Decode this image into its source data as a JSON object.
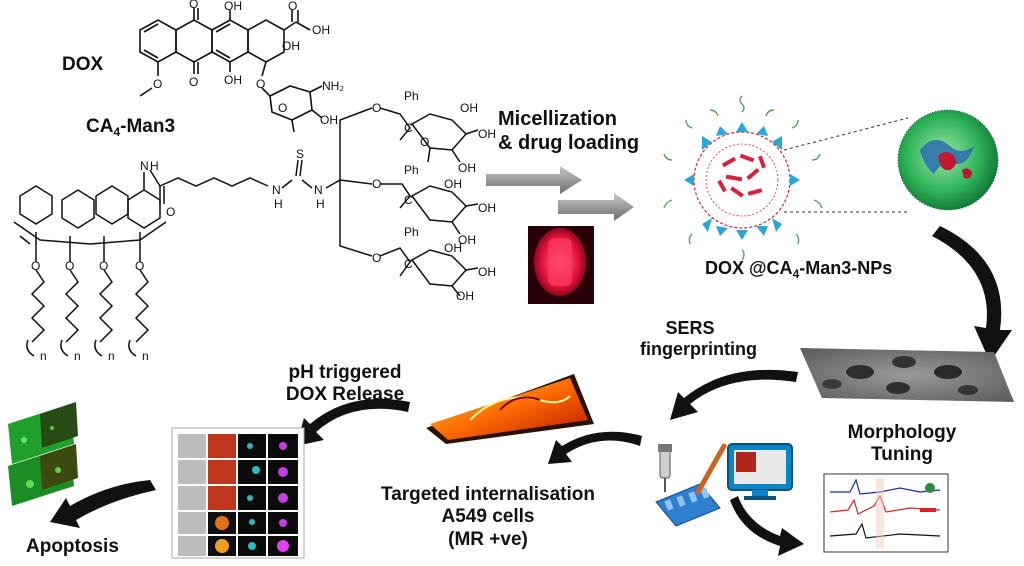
{
  "labels": {
    "dox": "DOX",
    "ca4_prefix": "CA",
    "ca4_sub": "4",
    "ca4_suffix": "-Man3",
    "micellization_line1": "Micellization",
    "micellization_line2": "& drug loading",
    "np_prefix": "DOX @CA",
    "np_sub": "4",
    "np_suffix": "-Man3-NPs",
    "sers_line1": "SERS",
    "sers_line2": "fingerprinting",
    "morph_line1": "Morphology",
    "morph_line2": "Tuning",
    "ph_line1": "pH triggered",
    "ph_line2": "DOX  Release",
    "target_line1": "Targeted internalisation",
    "target_line2": "A549 cells",
    "target_line3": "(MR +ve)",
    "apoptosis": "Apoptosis"
  },
  "chem_text": {
    "o": "O",
    "oh": "OH",
    "nh2": "NH₂",
    "n": "N",
    "h": "H",
    "s": "S",
    "ph": "Ph",
    "c": "C",
    "nsub": "n"
  },
  "colors": {
    "arrow_gray": "#8a8a8a",
    "arrow_black": "#111111",
    "dox_red": "#d8203c",
    "ligand_blue": "#2aa7d6",
    "ligand_green": "#5aa35a",
    "particle_green": "#2fb55a"
  }
}
